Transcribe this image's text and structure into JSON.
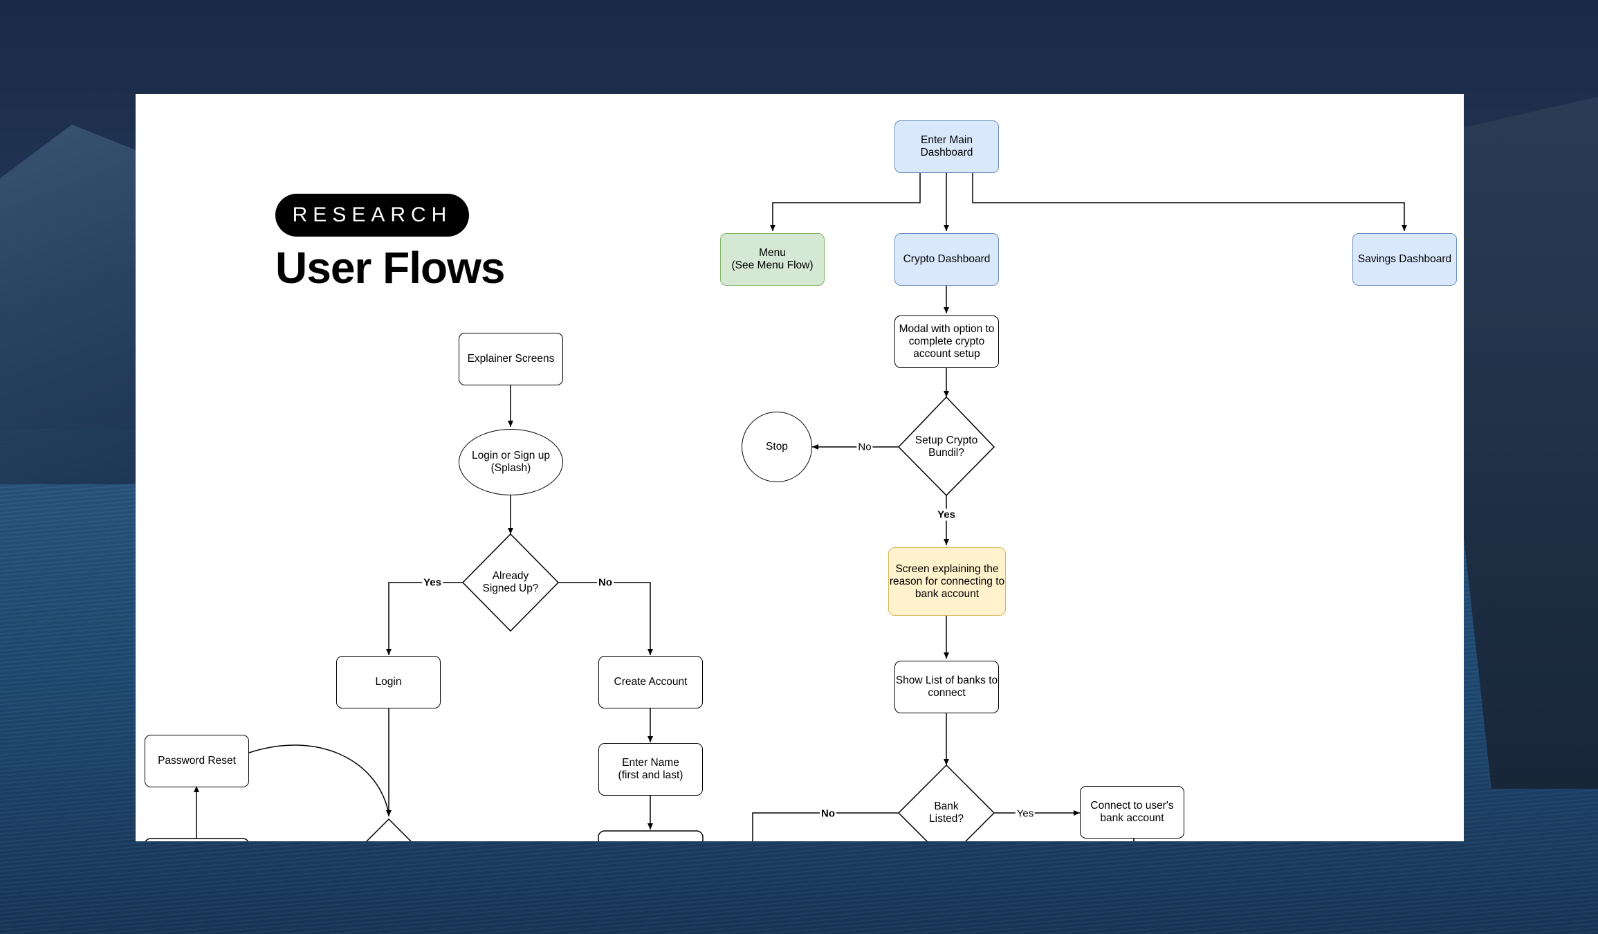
{
  "header": {
    "pill_label": "RESEARCH",
    "title": "User Flows"
  },
  "nodes": {
    "enter_main_dashboard": "Enter Main\nDashboard",
    "menu": "Menu\n(See Menu Flow)",
    "crypto_dashboard": "Crypto Dashboard",
    "savings_dashboard": "Savings Dashboard",
    "modal_option": "Modal with option to\ncomplete crypto\naccount setup",
    "setup_crypto": "Setup Crypto\nBundil?",
    "stop": "Stop",
    "screen_explaining": "Screen explaining the\nreason for connecting to\nbank account",
    "show_list_banks": "Show List of banks to\nconnect",
    "bank_listed": "Bank\nListed?",
    "connect_bank": "Connect to user's\nbank account",
    "explainer_screens": "Explainer Screens",
    "login_signup": "Login or Sign up\n(Splash)",
    "already_signed": "Already\nSigned Up?",
    "login": "Login",
    "create_account": "Create Account",
    "enter_name": "Enter Name\n(first and last)",
    "password_reset": "Password Reset"
  },
  "edge_labels": {
    "no_stop": "No",
    "yes_setup": "Yes",
    "yes_signed": "Yes",
    "no_signed": "No",
    "no_bank": "No",
    "yes_bank": "Yes"
  },
  "colors": {
    "blue_fill": "#dae8fc",
    "green_fill": "#d5e8d4",
    "yellow_fill": "#fff2cc"
  }
}
